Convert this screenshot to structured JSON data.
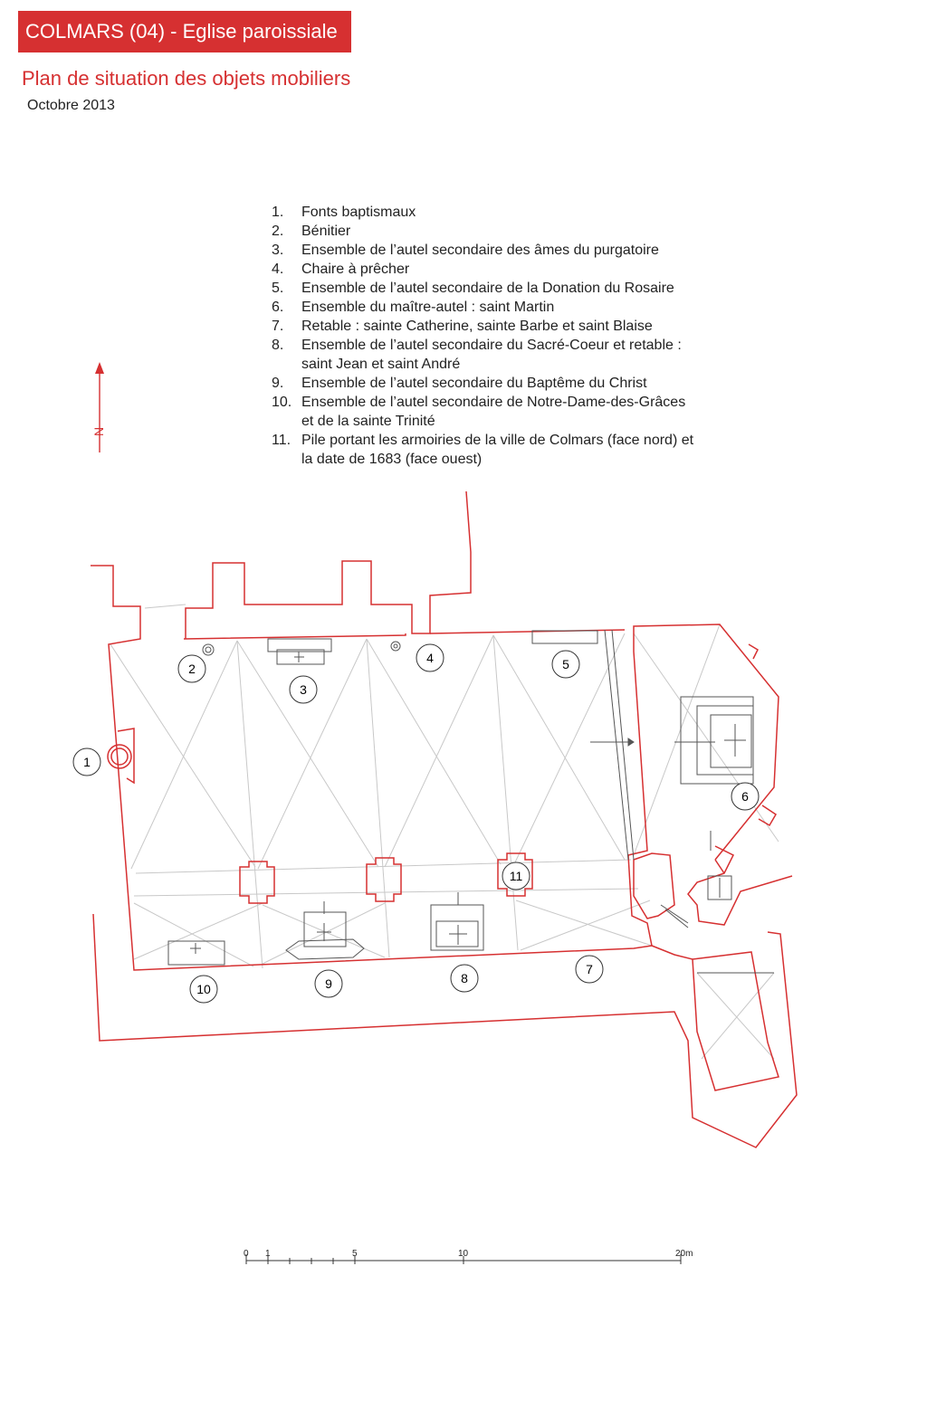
{
  "header": {
    "title": "COLMARS (04) - Eglise paroissiale",
    "subtitle": "Plan de situation des objets mobiliers",
    "date": "Octobre 2013"
  },
  "legend": [
    {
      "num": "1.",
      "text": "Fonts baptismaux"
    },
    {
      "num": "2.",
      "text": "Bénitier"
    },
    {
      "num": "3.",
      "text": "Ensemble de l’autel secondaire des âmes du purgatoire"
    },
    {
      "num": "4.",
      "text": "Chaire à prêcher"
    },
    {
      "num": "5.",
      "text": "Ensemble de l’autel secondaire de la Donation du Rosaire"
    },
    {
      "num": "6.",
      "text": "Ensemble du maître-autel : saint Martin"
    },
    {
      "num": "7.",
      "text": "Retable : sainte Catherine, sainte Barbe et saint Blaise"
    },
    {
      "num": "8.",
      "text": "Ensemble de l’autel secondaire du Sacré-Coeur et retable : saint Jean et saint André"
    },
    {
      "num": "9.",
      "text": "Ensemble de l’autel secondaire du Baptême du Christ"
    },
    {
      "num": "10.",
      "text": "Ensemble de l’autel secondaire de Notre-Dame-des-Grâces et de la sainte Trinité"
    },
    {
      "num": "11.",
      "text": "Pile portant les armoiries de la ville de Colmars (face nord) et la date de 1683 (face ouest)"
    }
  ],
  "north_label": "N",
  "markers": [
    "1",
    "2",
    "3",
    "4",
    "5",
    "6",
    "7",
    "8",
    "9",
    "10",
    "11"
  ],
  "scale": {
    "labels": [
      "0",
      "1",
      "5",
      "10",
      "20m"
    ]
  },
  "colors": {
    "accent": "#d63031",
    "line": "#555555",
    "light": "#c8c8c8"
  }
}
